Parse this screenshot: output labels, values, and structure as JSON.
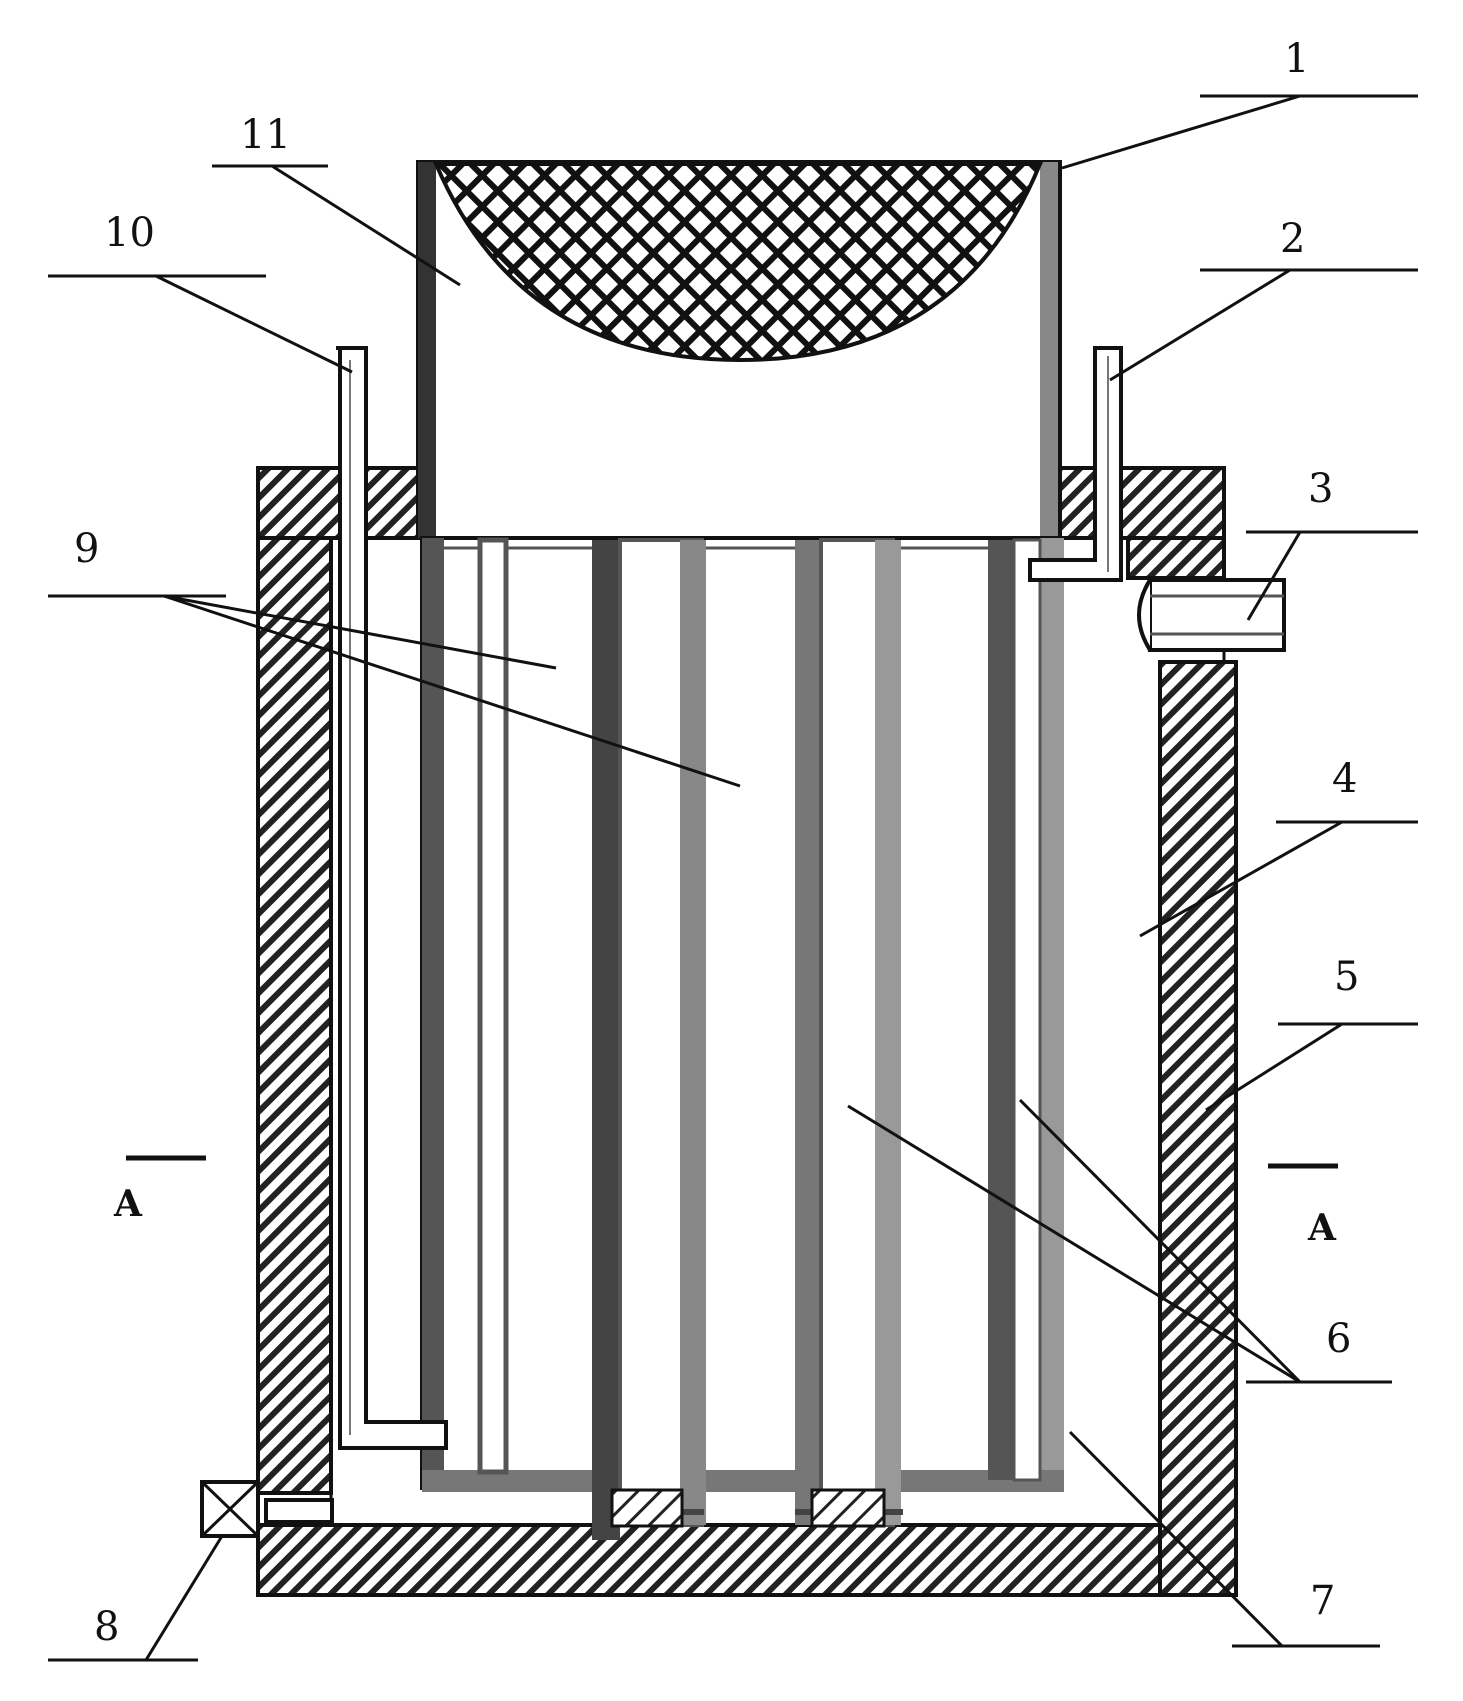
{
  "labels": {
    "l1": "1",
    "l2": "2",
    "l3": "3",
    "l4": "4",
    "l5": "5",
    "l6": "6",
    "l7": "7",
    "l8": "8",
    "l9": "9",
    "l10": "10",
    "l11": "11"
  },
  "section_mark": "A"
}
